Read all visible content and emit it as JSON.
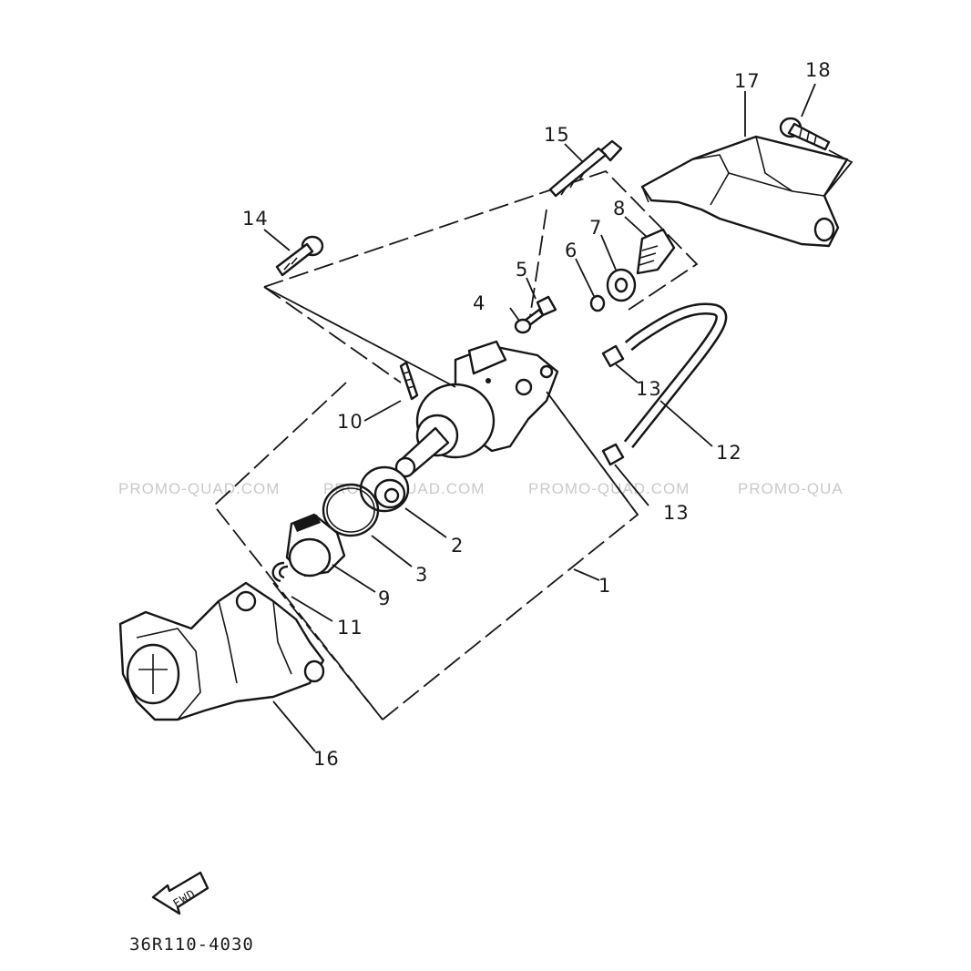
{
  "watermarks": [
    "PROMO-QUAD.COM",
    "PROMO-QUAD.COM",
    "PROMO-QUAD.COM",
    "PROMO-QUA"
  ],
  "diagram_code": "36R110-4030",
  "fwd_label": "FWD",
  "callouts": [
    "1",
    "2",
    "3",
    "4",
    "5",
    "6",
    "7",
    "8",
    "9",
    "10",
    "11",
    "12",
    "13",
    "13",
    "14",
    "15",
    "16",
    "17",
    "18"
  ]
}
